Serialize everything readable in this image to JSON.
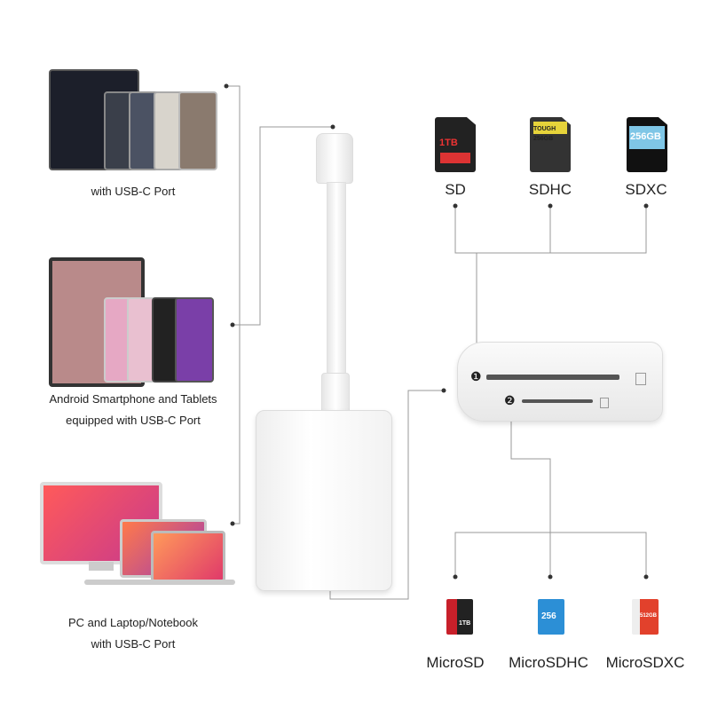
{
  "devices": [
    {
      "label_lines": [
        "with USB-C Port"
      ],
      "icon": "phones-tablet-icon"
    },
    {
      "label_lines": [
        "Android Smartphone and Tablets",
        "equipped with USB-C Port"
      ],
      "icon": "android-devices-icon"
    },
    {
      "label_lines": [
        "PC and Laptop/Notebook",
        "with USB-C Port"
      ],
      "icon": "computer-laptop-icon"
    }
  ],
  "sd_cards": [
    {
      "label": "SD",
      "card_text": "1TB",
      "color": "#222222"
    },
    {
      "label": "SDHC",
      "card_text": "TOUGH 256GB",
      "color": "#e6d33a"
    },
    {
      "label": "SDXC",
      "card_text": "256GB",
      "color": "#2f8fc7"
    }
  ],
  "micro_cards": [
    {
      "label": "MicroSD",
      "card_text": "1TB",
      "color": "#c8202a"
    },
    {
      "label": "MicroSDHC",
      "card_text": "256",
      "color": "#2c8fd6"
    },
    {
      "label": "MicroSDXC",
      "card_text": "512GB",
      "color": "#e2412c"
    }
  ],
  "slots": {
    "slot1": "❶",
    "slot2": "❷"
  }
}
